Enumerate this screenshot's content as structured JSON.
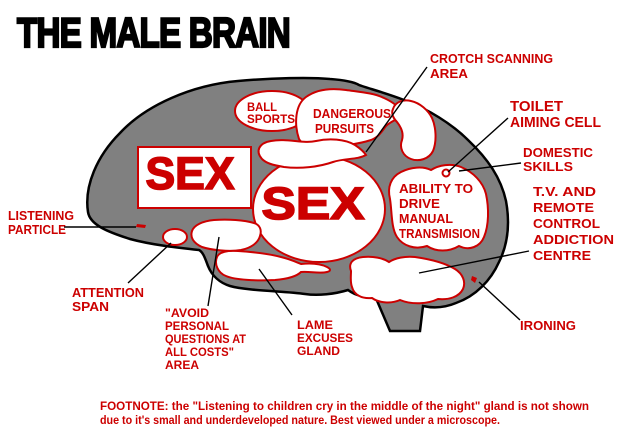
{
  "title": "THE MALE BRAIN",
  "colors": {
    "label_red": "#cc0000",
    "brain_gray": "#808080",
    "outline_black": "#000000",
    "background": "#ffffff"
  },
  "brain": {
    "regions": {
      "sex_rect": {
        "label": "SEX"
      },
      "sex_circle": {
        "label": "SEX"
      },
      "ball_sports": {
        "lines": [
          "BALL",
          "SPORTS"
        ]
      },
      "dangerous_pursuits": {
        "lines": [
          "DANGEROUS",
          "PURSUITS"
        ]
      },
      "ability_drive": {
        "lines": [
          "ABILITY TO",
          "DRIVE",
          "MANUAL",
          "TRANSMISION"
        ]
      }
    }
  },
  "callouts": {
    "crotch": {
      "lines": [
        "CROTCH SCANNING",
        "AREA"
      ]
    },
    "toilet": {
      "lines": [
        "TOILET",
        "AIMING CELL"
      ]
    },
    "domestic": {
      "lines": [
        "DOMESTIC",
        "SKILLS"
      ]
    },
    "tv": {
      "lines": [
        "T.V. AND",
        "REMOTE",
        "CONTROL",
        "ADDICTION",
        "CENTRE"
      ]
    },
    "ironing": {
      "lines": [
        "IRONING"
      ]
    },
    "listening": {
      "lines": [
        "LISTENING",
        "PARTICLE"
      ]
    },
    "attention": {
      "lines": [
        "ATTENTION",
        "SPAN"
      ]
    },
    "avoid": {
      "lines": [
        "\"AVOID",
        "PERSONAL",
        "QUESTIONS AT",
        "ALL COSTS\"",
        "AREA"
      ]
    },
    "lame": {
      "lines": [
        "LAME",
        "EXCUSES",
        "GLAND"
      ]
    }
  },
  "footnote": {
    "lines": [
      "FOOTNOTE: the \"Listening to children cry in the middle of the night\" gland is not shown",
      "due to it's small and underdeveloped nature.  Best viewed under a microscope."
    ]
  }
}
